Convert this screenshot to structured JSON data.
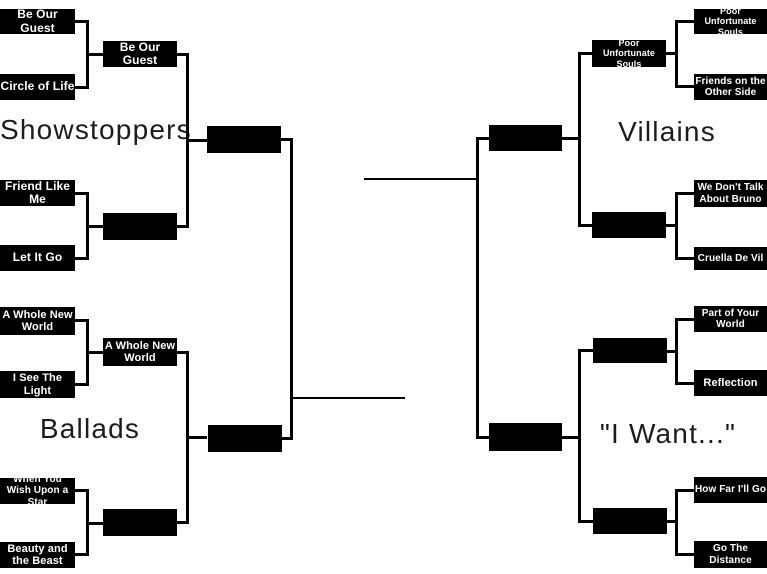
{
  "sections": {
    "showstoppers": "Showstoppers",
    "ballads": "Ballads",
    "villains": "Villains",
    "i_want": "\"I Want...\""
  },
  "left": {
    "round1": [
      "Be Our Guest",
      "Circle of Life",
      "Friend Like Me",
      "Let It Go",
      "A Whole New World",
      "I See The Light",
      "When You Wish Upon a Star",
      "Beauty and the Beast"
    ],
    "round2": [
      "Be Our Guest",
      "",
      "A Whole New World",
      ""
    ],
    "round3": [
      "",
      ""
    ]
  },
  "right": {
    "round1": [
      "Poor Unfortunate Souls",
      "Friends on the Other Side",
      "We Don't Talk About Bruno",
      "Cruella De Vil",
      "Part of Your World",
      "Reflection",
      "How Far I'll Go",
      "Go The Distance"
    ],
    "round2": [
      "Poor Unfortunate Souls",
      "",
      "",
      ""
    ],
    "round3": [
      "",
      ""
    ]
  },
  "colors": {
    "slot_fill": "#000000",
    "slot_text": "#ffffff",
    "line": "#000000",
    "label_text": "#1c1c1c",
    "background": "#ffffff"
  }
}
